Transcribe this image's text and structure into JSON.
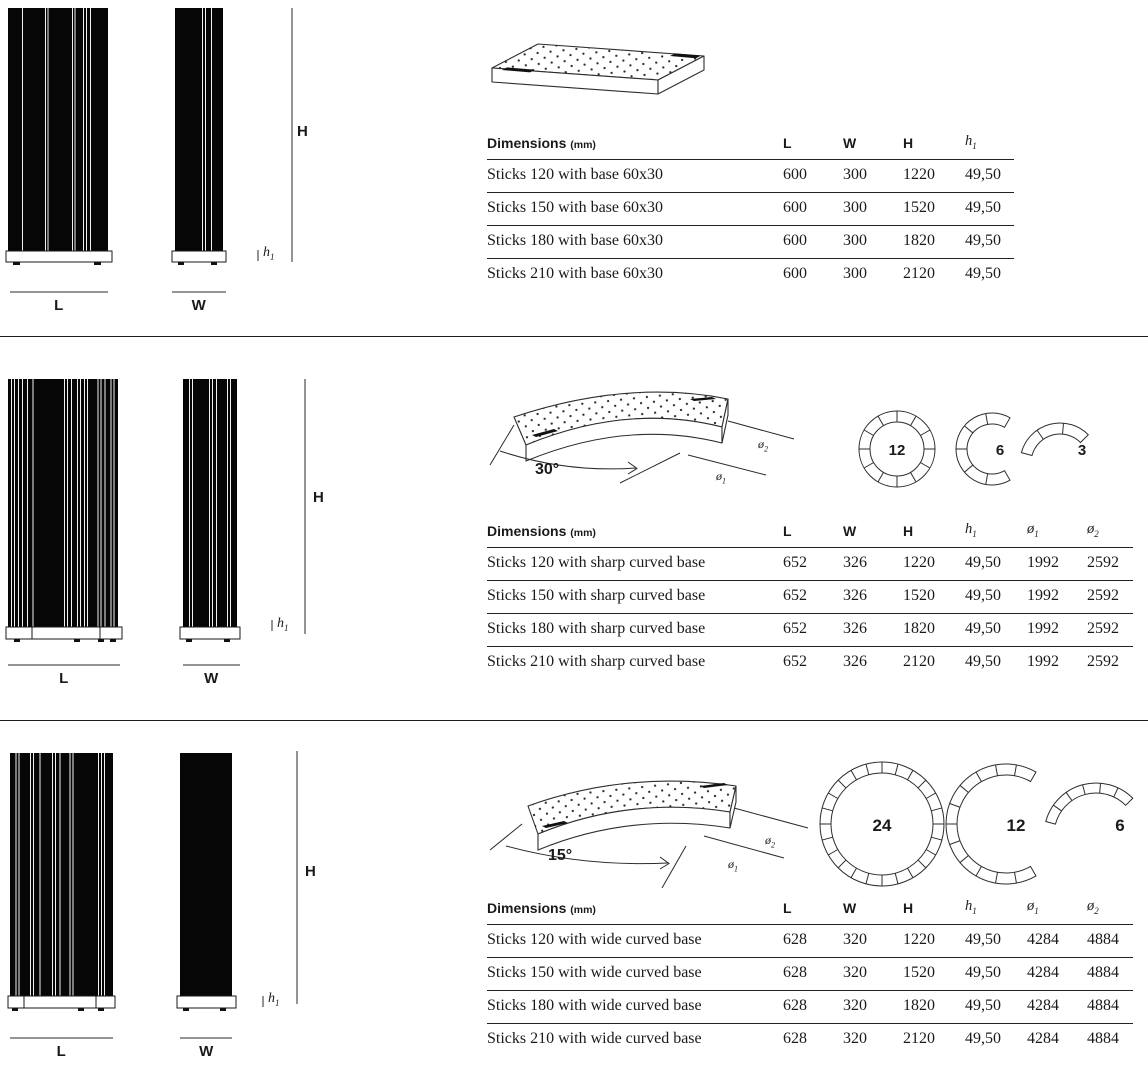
{
  "labels": {
    "length": "L",
    "width": "W",
    "height": "H",
    "h1_base": "h",
    "h1_sub": "1",
    "dia_base": "ø",
    "dia1_sub": "1",
    "dia2_sub": "2"
  },
  "sections": [
    {
      "name": "sticks-with-straight-base",
      "angle": "",
      "rings": [],
      "table": {
        "title": "Dimensions",
        "unit": "(mm)",
        "headers": [
          {
            "text": "L",
            "sub": ""
          },
          {
            "text": "W",
            "sub": ""
          },
          {
            "text": "H",
            "sub": ""
          },
          {
            "text": "h",
            "sub": "1"
          }
        ],
        "rows": [
          {
            "name": "Sticks 120 with base 60x30",
            "values": [
              "600",
              "300",
              "1220",
              "49,50"
            ]
          },
          {
            "name": "Sticks 150 with base 60x30",
            "values": [
              "600",
              "300",
              "1520",
              "49,50"
            ]
          },
          {
            "name": "Sticks 180 with base 60x30",
            "values": [
              "600",
              "300",
              "1820",
              "49,50"
            ]
          },
          {
            "name": "Sticks 210 with base 60x30",
            "values": [
              "600",
              "300",
              "2120",
              "49,50"
            ]
          }
        ]
      }
    },
    {
      "name": "sticks-with-sharp-curved-base",
      "angle": "30°",
      "rings": [
        {
          "label": "12",
          "segments": 12,
          "coverage": "full"
        },
        {
          "label": "6",
          "segments": 6,
          "coverage": "half"
        },
        {
          "label": "3",
          "segments": 3,
          "coverage": "quarter"
        }
      ],
      "table": {
        "title": "Dimensions",
        "unit": "(mm)",
        "headers": [
          {
            "text": "L",
            "sub": ""
          },
          {
            "text": "W",
            "sub": ""
          },
          {
            "text": "H",
            "sub": ""
          },
          {
            "text": "h",
            "sub": "1"
          },
          {
            "text": "ø",
            "sub": "1"
          },
          {
            "text": "ø",
            "sub": "2"
          }
        ],
        "rows": [
          {
            "name": "Sticks 120 with sharp curved base",
            "values": [
              "652",
              "326",
              "1220",
              "49,50",
              "1992",
              "2592"
            ]
          },
          {
            "name": "Sticks 150 with sharp curved base",
            "values": [
              "652",
              "326",
              "1520",
              "49,50",
              "1992",
              "2592"
            ]
          },
          {
            "name": "Sticks 180 with sharp curved base",
            "values": [
              "652",
              "326",
              "1820",
              "49,50",
              "1992",
              "2592"
            ]
          },
          {
            "name": "Sticks 210 with sharp curved base",
            "values": [
              "652",
              "326",
              "2120",
              "49,50",
              "1992",
              "2592"
            ]
          }
        ]
      }
    },
    {
      "name": "sticks-with-wide-curved-base",
      "angle": "15°",
      "rings": [
        {
          "label": "24",
          "segments": 24,
          "coverage": "full"
        },
        {
          "label": "12",
          "segments": 12,
          "coverage": "half"
        },
        {
          "label": "6",
          "segments": 6,
          "coverage": "quarter"
        }
      ],
      "table": {
        "title": "Dimensions",
        "unit": "(mm)",
        "headers": [
          {
            "text": "L",
            "sub": ""
          },
          {
            "text": "W",
            "sub": ""
          },
          {
            "text": "H",
            "sub": ""
          },
          {
            "text": "h",
            "sub": "1"
          },
          {
            "text": "ø",
            "sub": "1"
          },
          {
            "text": "ø",
            "sub": "2"
          }
        ],
        "rows": [
          {
            "name": "Sticks 120 with wide curved base",
            "values": [
              "628",
              "320",
              "1220",
              "49,50",
              "4284",
              "4884"
            ]
          },
          {
            "name": "Sticks 150 with wide curved base",
            "values": [
              "628",
              "320",
              "1520",
              "49,50",
              "4284",
              "4884"
            ]
          },
          {
            "name": "Sticks 180 with wide curved base",
            "values": [
              "628",
              "320",
              "1820",
              "49,50",
              "4284",
              "4884"
            ]
          },
          {
            "name": "Sticks 210 with wide curved base",
            "values": [
              "628",
              "320",
              "2120",
              "49,50",
              "4284",
              "4884"
            ]
          }
        ]
      }
    }
  ]
}
